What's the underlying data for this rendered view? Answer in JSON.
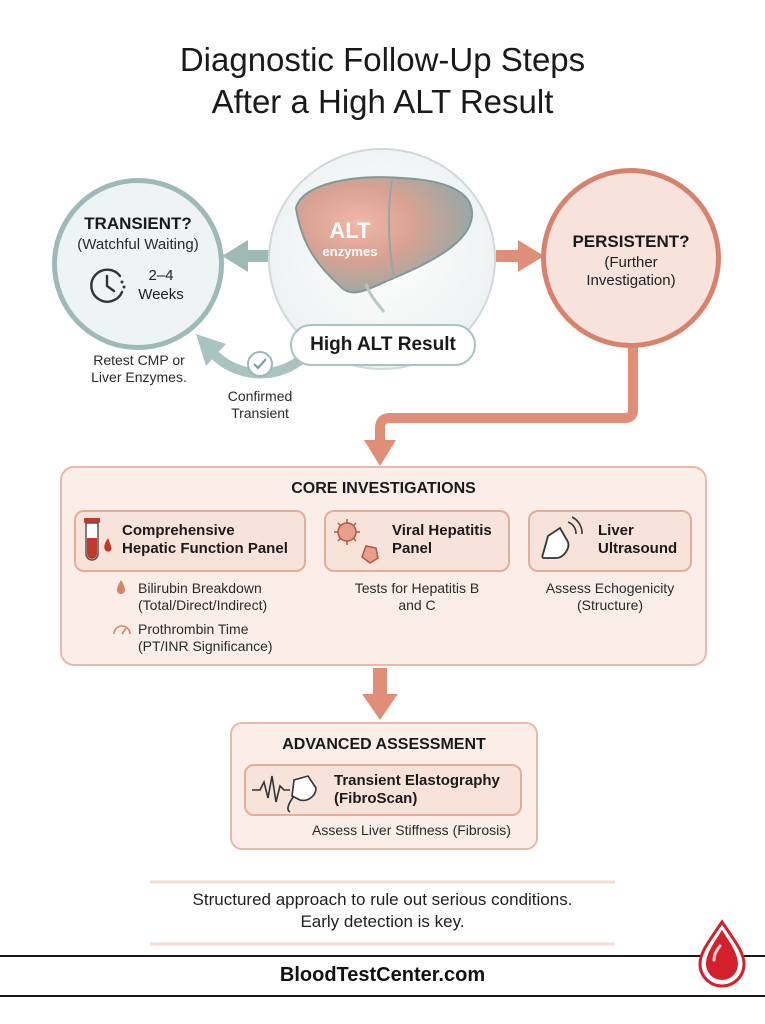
{
  "title": {
    "line1": "Diagnostic Follow-Up Steps",
    "line2": "After a High ALT Result"
  },
  "center": {
    "liver_label": "ALT",
    "liver_sub": "enzymes",
    "pill": "High ALT Result"
  },
  "transient": {
    "heading": "TRANSIENT?",
    "sub": "(Watchful Waiting)",
    "time_line1": "2–4",
    "time_line2": "Weeks",
    "retest_line1": "Retest CMP or",
    "retest_line2": "Liver Enzymes.",
    "confirmed_line1": "Confirmed",
    "confirmed_line2": "Transient"
  },
  "persistent": {
    "heading": "PERSISTENT?",
    "sub_line1": "(Further",
    "sub_line2": "Investigation)"
  },
  "core": {
    "heading": "CORE INVESTIGATIONS",
    "panel": {
      "line1": "Comprehensive",
      "line2": "Hepatic Function Panel",
      "sub1_line1": "Bilirubin Breakdown",
      "sub1_line2": "(Total/Direct/Indirect)",
      "sub2_line1": "Prothrombin Time",
      "sub2_line2": "(PT/INR Significance)"
    },
    "viral": {
      "line1": "Viral Hepatitis",
      "line2": "Panel",
      "desc_line1": "Tests for Hepatitis B",
      "desc_line2": "and C"
    },
    "ultrasound": {
      "line1": "Liver",
      "line2": "Ultrasound",
      "desc_line1": "Assess Echogenicity",
      "desc_line2": "(Structure)"
    }
  },
  "advanced": {
    "heading": "ADVANCED ASSESSMENT",
    "card_line1": "Transient Elastography",
    "card_line2": "(FibroScan)",
    "desc": "Assess Liver Stiffness (Fibrosis)"
  },
  "footer": {
    "note_line1": "Structured approach to rule out serious conditions.",
    "note_line2": "Early detection is key.",
    "brand": "BloodTestCenter.com"
  },
  "colors": {
    "teal": "#9fb9b7",
    "coral": "#d9826b",
    "panel_fill": "#fbeee9",
    "card_fill": "#f8e3da",
    "logo_red": "#d3202a"
  },
  "icons": [
    "clock-icon",
    "check-icon",
    "test-tube-icon",
    "virus-icon",
    "ultrasound-probe-icon",
    "waveform-probe-icon",
    "droplet-icon",
    "gauge-icon",
    "blood-drop-logo-icon",
    "liver-illustration"
  ]
}
